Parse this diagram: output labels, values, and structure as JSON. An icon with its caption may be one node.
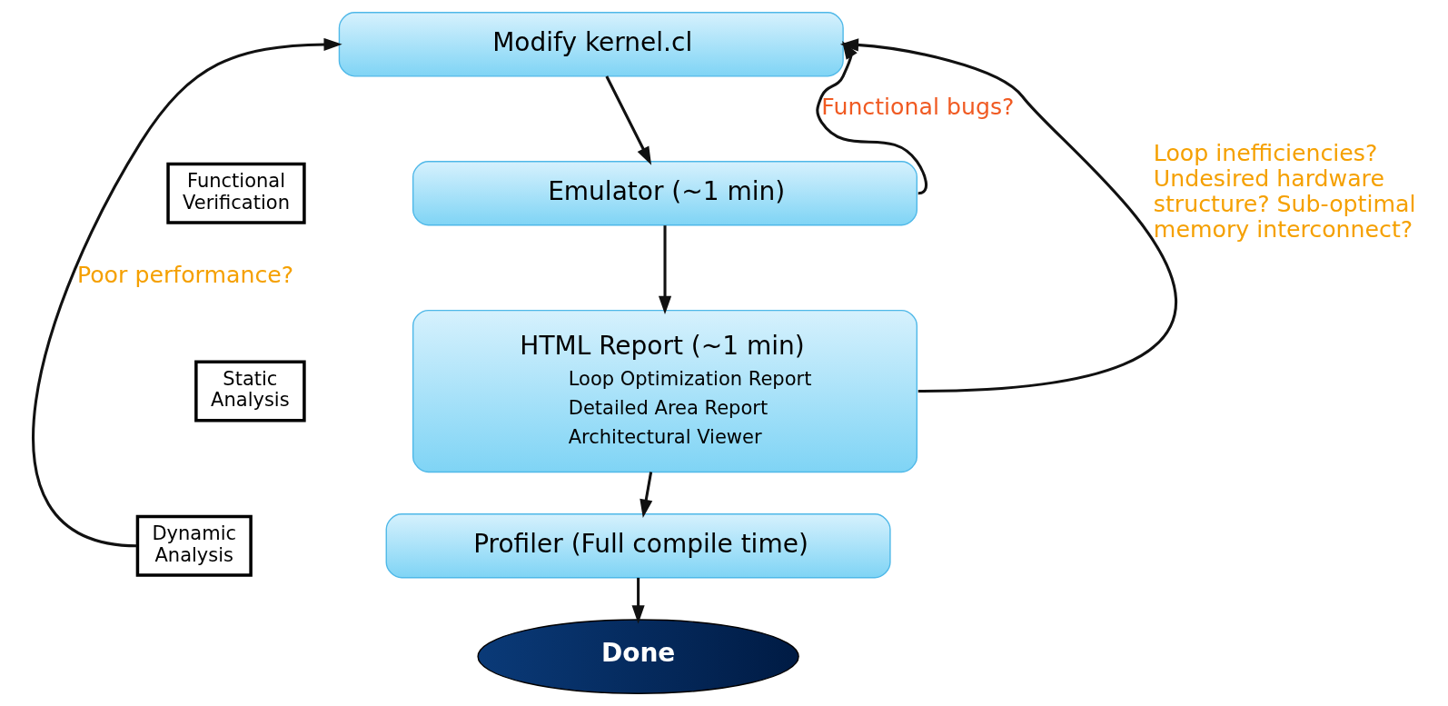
{
  "diagram": {
    "nodes": [
      {
        "text": [
          "Modify kernel.cl"
        ]
      },
      {
        "text": [
          "Emulator (~1 min)"
        ]
      },
      {
        "text": [
          "HTML Report (~1 min)",
          "Loop Optimization Report",
          "Detailed Area Report",
          "Architectural Viewer"
        ]
      },
      {
        "text": [
          "Profiler (Full compile time)"
        ]
      },
      {
        "text": [
          "Done"
        ]
      },
      {
        "text": [
          "Functional Verification"
        ]
      },
      {
        "text": [
          "Static Analysis"
        ]
      },
      {
        "text": [
          "Dynamic Analysis"
        ]
      }
    ],
    "edges": [
      {
        "from": 0,
        "to": 1,
        "arrow": "to"
      },
      {
        "from": 1,
        "to": 2,
        "arrow": "to"
      },
      {
        "from": 2,
        "to": 3,
        "arrow": "to"
      },
      {
        "from": 3,
        "to": 4,
        "arrow": "to"
      },
      {
        "from": 1,
        "to": 0,
        "arrow": "to",
        "label": "Functional bugs?"
      },
      {
        "from": 2,
        "to": 0,
        "arrow": "to",
        "label": "Loop inefficiencies? Undesired hardware structure? Sub-optimal memory interconnect?"
      },
      {
        "from": 7,
        "to": 0,
        "arrow": "to",
        "label": "Poor performance?"
      }
    ]
  }
}
